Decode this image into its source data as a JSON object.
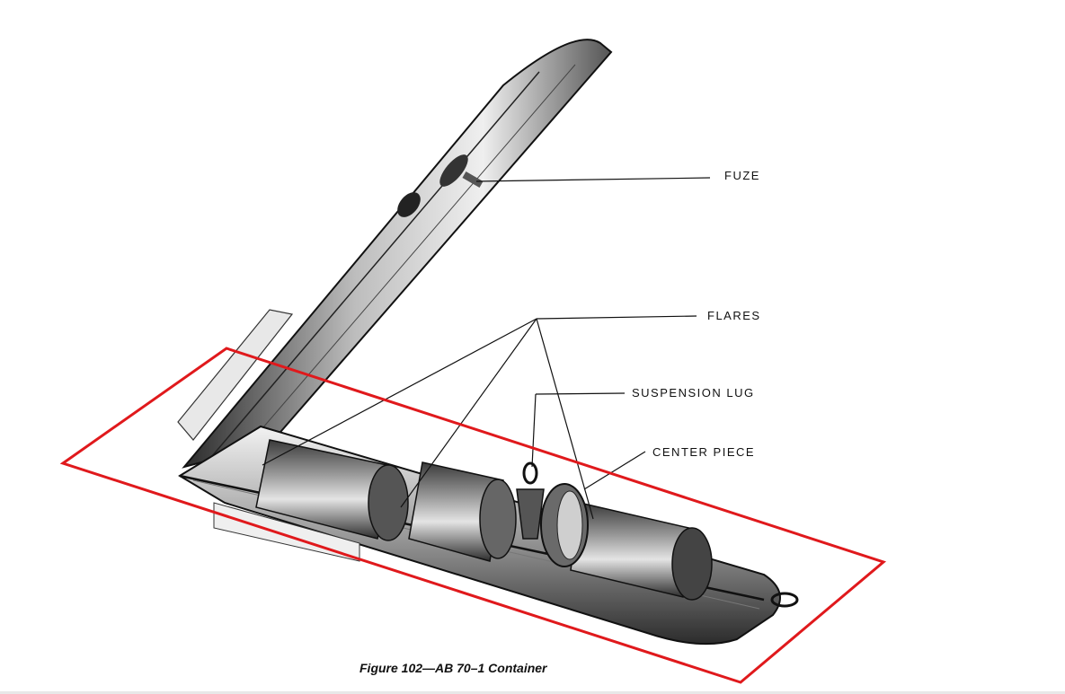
{
  "labels": {
    "fuze": "FUZE",
    "flares": "FLARES",
    "suspension_lug": "SUSPENSION LUG",
    "center_piece": "CENTER PIECE"
  },
  "caption": "Figure 102—AB 70–1 Container",
  "colors": {
    "ink": "#111111",
    "highlight": "#e0191c",
    "body_fill": "#d9d9d9",
    "body_shadow": "#6e6e6e"
  }
}
